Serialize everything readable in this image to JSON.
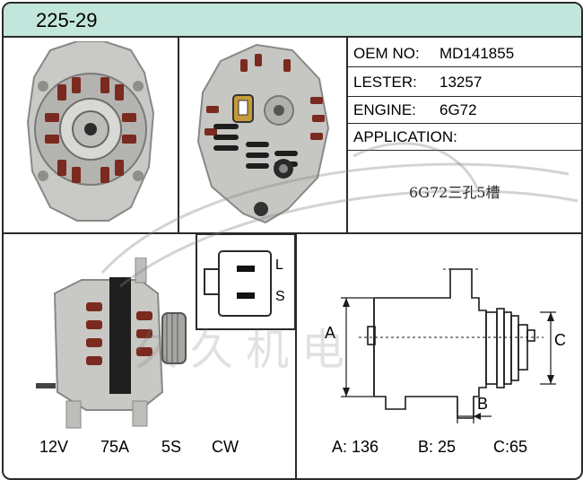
{
  "header": {
    "title": "225-29"
  },
  "info": {
    "oem_label": "OEM NO:",
    "oem_value": "MD141855",
    "lester_label": "LESTER:",
    "lester_value": "13257",
    "engine_label": "ENGINE:",
    "engine_value": "6G72",
    "application_label": "APPLICATION:",
    "application_value": "6G72三孔5槽"
  },
  "connector": {
    "top_label": "L",
    "bottom_label": "S"
  },
  "specs": {
    "voltage": "12V",
    "amperage": "75A",
    "grooves": "5S",
    "rotation": "CW"
  },
  "dimensions": {
    "a_label": "A",
    "b_label": "B",
    "c_label": "C",
    "a_text": "A: 136",
    "b_text": "B: 25",
    "c_text": "C:65"
  },
  "watermark": {
    "text": "久久机电"
  },
  "colors": {
    "header_bg": "#c3e6dc",
    "border": "#2a2a2a",
    "watermark": "#8a8a8a"
  }
}
